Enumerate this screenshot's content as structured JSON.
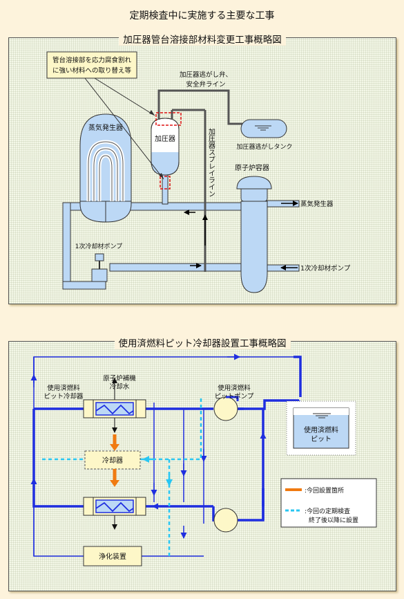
{
  "page_title": "定期検査中に実施する主要な工事",
  "panel1": {
    "title": "加圧器管台溶接部材料変更工事概略図",
    "callout": [
      "管台溶接部を応力腐食割れ",
      "に強い材料への取り替え等"
    ],
    "relief_line": [
      "加圧器逃がし弁、",
      "安全弁ライン"
    ],
    "spray_line": "加圧器スプレイライン",
    "pressurizer": "加圧器",
    "relief_tank": "加圧器逃がしタンク",
    "steam_generator": "蒸気発生器",
    "reactor_vessel": "原子炉容器",
    "sg_arrow_label": "蒸気発生器",
    "rcp_left": "1次冷却材ポンプ",
    "rcp_right": "1次冷却材ポンプ"
  },
  "panel2": {
    "title": "使用済燃料ピット冷却器設置工事概略図",
    "aux_cooling": [
      "原子炉補機",
      "冷却水"
    ],
    "pit_cooler": [
      "使用済燃料",
      "ピット冷却器"
    ],
    "pit_pump": [
      "使用済燃料",
      "ピットポンプ"
    ],
    "pit": [
      "使用済燃料",
      "ピット"
    ],
    "cooler": "冷却器",
    "purifier": "浄化装置",
    "legend": {
      "current": ":今回設置箇所",
      "future": [
        ":今回の定期検査",
        "終了後以降に設置"
      ]
    }
  },
  "colors": {
    "pipe_blue": "#1f2ee0",
    "future_cyan": "#28c6f2",
    "new_orange": "#f07a10",
    "vessel_fill": "#bcd8f5",
    "highlight_red": "#dd1111"
  }
}
